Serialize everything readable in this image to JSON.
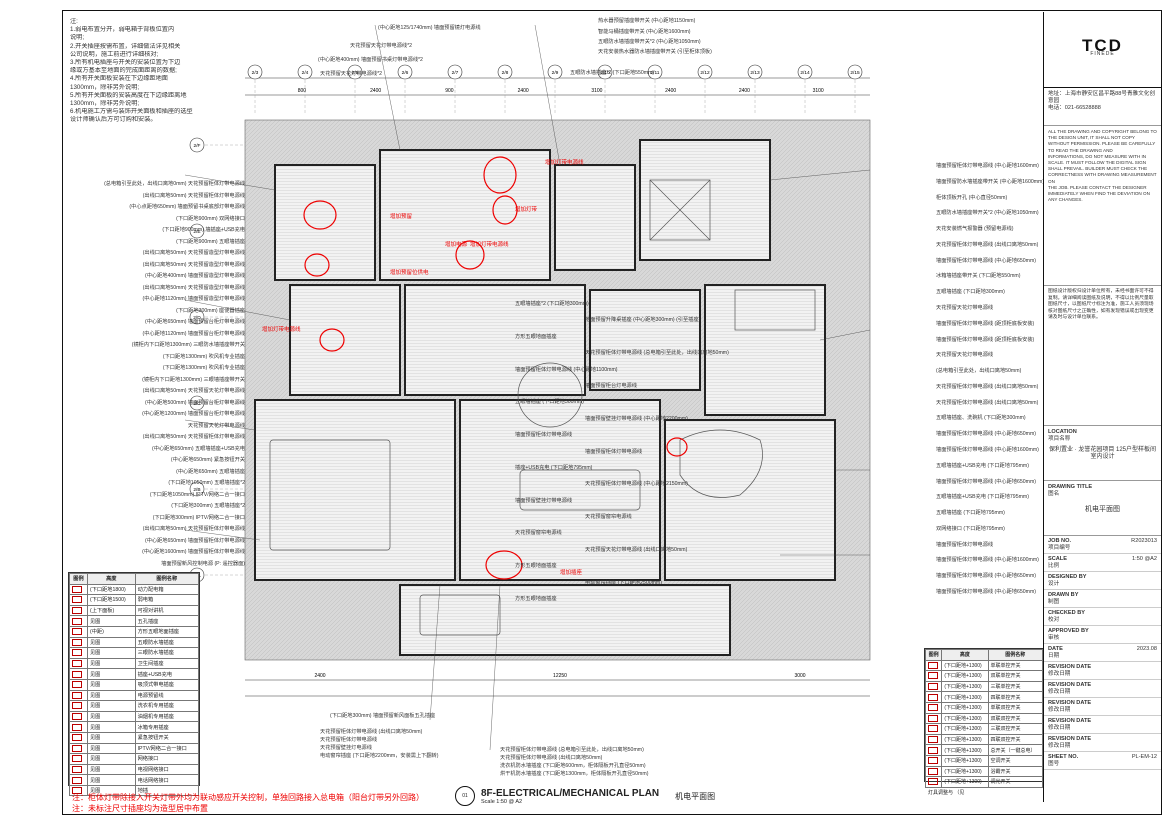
{
  "notes": {
    "heading": "注:",
    "lines": [
      "1.弱电布置分开，弱电箱于背板位置内",
      "  说明;",
      "2.开关插座按需布置，详细做法详见相关",
      "  公司说明，施工前进行详细核对;",
      "3.所有机电插座与开关的安装位置为下边",
      "  缘或方基本至地面的完成面距离的数据;",
      "4.所有开关面板安装在下边缘距地面",
      "  1300mm，除非另外说明;",
      "5.所有开关面板的安装高度在下边缘距离地",
      "  1300mm，除非另外说明;",
      "6.机电施工方需与装饰开关面板和插座的选型",
      "  设计师确认后方可订购和安装。"
    ]
  },
  "titleblock": {
    "logo": "TCD",
    "logo_sub": "FINEDE",
    "address": "地址：上海市静安区昌平路88号青雅文化创意园",
    "tel": "电话：021-66528888",
    "copyright": [
      "ALL THE DRAWING AND COPYRIGHT BELONG TO",
      "THE DESIGN UNIT, IT SHALL NOT COPY",
      "WITHOUT PERMISSION. PLEASE BE CAREFULLY",
      "TO READ THE DRAWING AND",
      "INFORMATIONS, DO NOT MEASURE WITH IN",
      "SCALE. IT MUST FOLLOW THE DIGITAL SIGN",
      "SHALL PREVAIL. BUILDER MUST CHECK THE",
      "CORRECTNESS WITH DRAWING MEASUREMENT ON",
      "THE JOB. PLEASE CONTACT THE DESIGNER",
      "IMMEDIATELY WHEN FIND THE DEVIATION ON",
      "ANY CHANGES."
    ],
    "cn_note": "图纸设计版权归设计单位所有，未经书面许可不得复制。请详细阅读图纸及说明，不得以比例尺量取图纸尺寸，以图纸尺寸标注为准，施工人员须现场核对图纸尺寸之正确性，如有发现错误或出现变更请及时与设计单位联系。",
    "location_label": "LOCATION",
    "location_label_cn": "项目名称",
    "location_value": "保利置业 · 龙誉花园项目 125户型样板间 室内设计",
    "drawing_title_label": "DRAWING TITLE",
    "drawing_title_label_cn": "图名",
    "drawing_title": "机电平面图",
    "rows": [
      {
        "label": "JOB NO.",
        "label_cn": "项目编号",
        "value": "R2023013"
      },
      {
        "label": "SCALE",
        "label_cn": "比例",
        "value": "1:50 @A2"
      },
      {
        "label": "DESIGNED BY",
        "label_cn": "设计",
        "value": ""
      },
      {
        "label": "DRAWN BY",
        "label_cn": "制图",
        "value": ""
      },
      {
        "label": "CHECKED BY",
        "label_cn": "校对",
        "value": ""
      },
      {
        "label": "APPROVED BY",
        "label_cn": "审核",
        "value": ""
      },
      {
        "label": "DATE",
        "label_cn": "日期",
        "value": "2023.08"
      },
      {
        "label": "REVISION DATE",
        "label_cn": "修改日期",
        "value": ""
      },
      {
        "label": "REVISION DATE",
        "label_cn": "修改日期",
        "value": ""
      },
      {
        "label": "REVISION DATE",
        "label_cn": "修改日期",
        "value": ""
      },
      {
        "label": "REVISION DATE",
        "label_cn": "修改日期",
        "value": ""
      },
      {
        "label": "REVISION DATE",
        "label_cn": "修改日期",
        "value": ""
      },
      {
        "label": "SHEET NO.",
        "label_cn": "图号",
        "value": "PL-EM-12"
      }
    ]
  },
  "legend_left": {
    "headers": [
      "图例",
      "高度",
      "图例名称"
    ],
    "rows": [
      [
        "(下口距地1800)",
        "动力配电箱"
      ],
      [
        "(下口距地1500)",
        "弱电箱"
      ],
      [
        "(上下面板)",
        "可视对讲机"
      ],
      [
        "见图",
        "五孔插座"
      ],
      [
        "(中距)",
        "方形五眼地面插座"
      ],
      [
        "见图",
        "五眼防水墙插座"
      ],
      [
        "见图",
        "三眼防水墙插座"
      ],
      [
        "见图",
        "卫生间插座"
      ],
      [
        "见图",
        "插座+USB充电"
      ],
      [
        "见图",
        "吸顶式带电插座"
      ],
      [
        "见图",
        "电源预留线"
      ],
      [
        "见图",
        "洗衣机专用插座"
      ],
      [
        "见图",
        "油烟机专用插座"
      ],
      [
        "见图",
        "冰箱专用插座"
      ],
      [
        "见图",
        "紧急按钮开关"
      ],
      [
        "见图",
        "IPTV/网络二合一接口"
      ],
      [
        "见图",
        "网络接口"
      ],
      [
        "见图",
        "电视网络接口"
      ],
      [
        "见图",
        "电话网络接口"
      ],
      [
        "见图",
        "地插"
      ]
    ]
  },
  "legend_right": {
    "headers": [
      "图例",
      "高度",
      "图例名称"
    ],
    "rows": [
      [
        "(下口距地+1300)",
        "单联单控开关"
      ],
      [
        "(下口距地+1300)",
        "双联单控开关"
      ],
      [
        "(下口距地+1300)",
        "三联单控开关"
      ],
      [
        "(下口距地+1300)",
        "四联单控开关"
      ],
      [
        "(下口距地+1300)",
        "单联双控开关"
      ],
      [
        "(下口距地+1300)",
        "双联双控开关"
      ],
      [
        "(下口距地+1300)",
        "三联双控开关"
      ],
      [
        "(下口距地+1300)",
        "四联双控开关"
      ],
      [
        "(下口距地+1300)",
        "总开关（一键总电）"
      ],
      [
        "(下口距地+1300)",
        "空调开关"
      ],
      [
        "(下口距地+1300)",
        "浴霸开关"
      ],
      [
        "(下口距地+1300)",
        "调光开关"
      ]
    ],
    "footer": "灯具调整与 （见"
  },
  "footnotes": [
    "注：柜体灯带除接入开关灯带外均为联动感应开关控制，单独回路接入总电箱（阳台灯带另外回路）",
    "注：未标注尺寸插座均为造型居中布置"
  ],
  "plan_title": {
    "number": "01",
    "en": "8F-ELECTRICAL/MECHANICAL PLAN",
    "scale": "Scale 1:50 @ A2",
    "cn": "机电平面图"
  },
  "grid": {
    "top": [
      "2/3",
      "2/4",
      "2/5",
      "2/6",
      "2/7",
      "2/8",
      "2/9",
      "2/10",
      "2/11",
      "2/12",
      "2/13",
      "2/14",
      "2/15"
    ],
    "left": [
      "2/F",
      "2/E",
      "2/D",
      "2/C",
      "2/B",
      "2/A"
    ],
    "dims_top": [
      "800",
      "2400",
      "900",
      "2400",
      "3100",
      "2400",
      "2400",
      "3100"
    ],
    "dims_bottom": [
      "2400",
      "12250",
      "3000"
    ]
  },
  "labels_left": [
    "(总电箱引至此处，出线口离地0mm) 天花预留柜体灯带电源线",
    "(出线口离地50mm) 天花预留柜体灯带电源线",
    "(中心点距地650mm) 墙面预留书桌底部灯带电源线",
    "(下口距地900mm) 双网络接口",
    "(下口距地900mm) 墙插座+USB充电",
    "(下口距地900mm) 五眼墙插座",
    "(出线口离地50mm) 天花预留造型灯带电源线",
    "(出线口离地50mm) 天花预留造型灯带电源线",
    "(中心距地400mm) 墙面预留造型灯带电源线",
    "(出线口离地50mm) 天花预留造型灯带电源线",
    "(中心距地1120mm) 墙面预留造型灯带电源线",
    "(下口距地300mm) 座便器插座",
    "(中心距地650mm) 墙面预留台柜灯带电源线",
    "(中心距地1120mm) 墙面预留台柜灯带电源线",
    "(镜柜内下口距地1300mm) 三眼防水墙插座带开关",
    "(下口距地1300mm) 吹风机专业插座",
    "(下口距地1300mm) 吹风机专业插座",
    "(镜柜内下口距地1300mm) 三眼墙插座带开关",
    "(出线口离地50mm) 天花预留天花灯带电源线",
    "(中心距地500mm) 墙面预留台柜灯带电源线",
    "(中心距地1200mm) 墙面预留台柜灯带电源线",
    "天花预留天花灯带电源线",
    "(出线口离地50mm) 天花预留柜体灯带电源线",
    "(中心距地650mm) 五眼墙插座+USB充电",
    "(中心距地650mm) 紧急按钮开关",
    "(中心距地650mm) 五眼墙插座",
    "(下口距地1050mm) 五眼墙插座*2",
    "(下口距地1050mm) IPTV/网络二合一接口",
    "(下口距地300mm) 五眼墙插座*2",
    "(下口距地300mm) IPTV/网络二合一接口",
    "(出线口离地50mm) 天花预留柜体灯带电源线",
    "(中心距地650mm) 墙面预留柜体灯带电源线",
    "(中心距地1600mm) 墙面预留柜体灯带电源线",
    "墙面预留新风控制电源 (P: 遥控器面)"
  ],
  "labels_top": [
    "(中心距地125/1740mm) 墙面预留镜灯电源线",
    "天花预留天花灯带电源线*2",
    "(中心距地400mm) 墙面预留书桌灯带电源线*2",
    "天花预留天花灯带电源线*2",
    "热水器预留插座带开关 (中心距地1150mm)",
    "智能马桶插座带开关 (中心距地1600mm)",
    "五眼防水墙插座带开关*2 (中心距地1050mm)",
    "天花安装热水器防水墙插座带开关 (引至柜体顶板)",
    "五眼防水墙插座*2 (下口距地550mm)"
  ],
  "labels_right": [
    "墙面预留柜体灯带电源线 (中心距地1600mm)",
    "墙面预留防水墙插座带开关 (中心距地1600mm)",
    "柜体顶板开孔 (中心直径50mm)",
    "五眼防水墙插座带开关*2 (中心距地1050mm)",
    "天花安装燃气报警器 (预留电源线)",
    "天花预留柜体灯带电源线 (出线口离地50mm)",
    "墙面预留柜体灯带电源线 (中心距地650mm)",
    "冰箱墙插座带开关 (下口距地550mm)",
    "五眼墙插座 (下口距地300mm)",
    "天花预留天花灯带电源线",
    "墙面预留柜体灯带电源线 (距顶柜底板安装)",
    "墙面预留柜体灯带电源线 (距顶柜底板安装)",
    "天花预留天花灯带电源线",
    "(总电箱引至此处，出线口离地50mm)",
    "天花预留柜体灯带电源线 (出线口离地50mm)",
    "天花预留柜体灯带电源线 (出线口离地50mm)",
    "五眼墙插座、洗碗机 (下口距地300mm)",
    "墙面预留柜体灯带电源线 (中心距地650mm)",
    "墙面预留柜体灯带电源线 (中心距地1600mm)",
    "五眼墙插座+USB充电 (下口距地795mm)",
    "墙面预留柜体灯带电源线 (中心距地650mm)",
    "五眼墙插座+USB充电 (下口距地795mm)",
    "五眼墙插座 (下口距地795mm)",
    "双网络接口 (下口距地795mm)",
    "墙面预留柜体灯带电源线",
    "墙面预留柜体灯带电源线 (中心距地1600mm)",
    "墙面预留柜体灯带电源线 (中心距地650mm)",
    "墙面预留柜体灯带电源线 (中心距地650mm)"
  ],
  "labels_center": [
    "五眼墙插座*2 (下口距地300mm)",
    "地面预留升降桌插座 (中心距地300mm) (引至插座)",
    "方形五眼地面插座",
    "天花预留柜体灯带电源线 (总电箱引至此处，出线口离地50mm)",
    "墙面预留柜体灯带电源线 (中心距地1100mm)",
    "墙面预留柜台灯电源线",
    "五眼墙插座 (下口距地300mm)",
    "墙面预留壁挂灯带电源线 (中心距地2200mm)",
    "墙面预留柜体灯带电源线",
    "墙面预留柜体灯带电源线",
    "插座+USB充电 (下口距地795mm)",
    "天花预留柜体灯带电源线 (中心距地2150mm)",
    "墙面预留壁挂灯带电源线",
    "天花预留窗帘电源线",
    "天花预留窗帘电源线",
    "天花预留天花灯带电源线 (出线口离地50mm)",
    "方形五眼地面插座",
    "电动窗帘插座 (下口距地2500mm)",
    "方形五眼地面插座"
  ],
  "labels_bottom": [
    "(下口距地300mm) 墙面预留新风面板五孔插座",
    "天花预留柜体灯带电源线 (出线口离地50mm)",
    "天花预留柜体灯带电源线",
    "天花预留壁挂灯电源线",
    "电动窗帘插座 (下口距地2200mm，安装需上下翻转)",
    "天花预留柜体灯带电源线 (总电箱引至此处，出线口离地50mm)",
    "天花预留柜体灯带电源线 (出线口离地50mm)",
    "洗衣机防水墙插座 (下口距地600mm，柜体隔板开孔直径50mm)",
    "烘干机防水墙插座 (下口距地1300mm，柜体隔板开孔直径50mm)"
  ],
  "red_tags": [
    "增加预留",
    "增加灯带",
    "增加电源",
    "增加灯带电源线",
    "增加预留位供电",
    "增加灯带电源线",
    "增加灯带电源线",
    "增加插座"
  ]
}
